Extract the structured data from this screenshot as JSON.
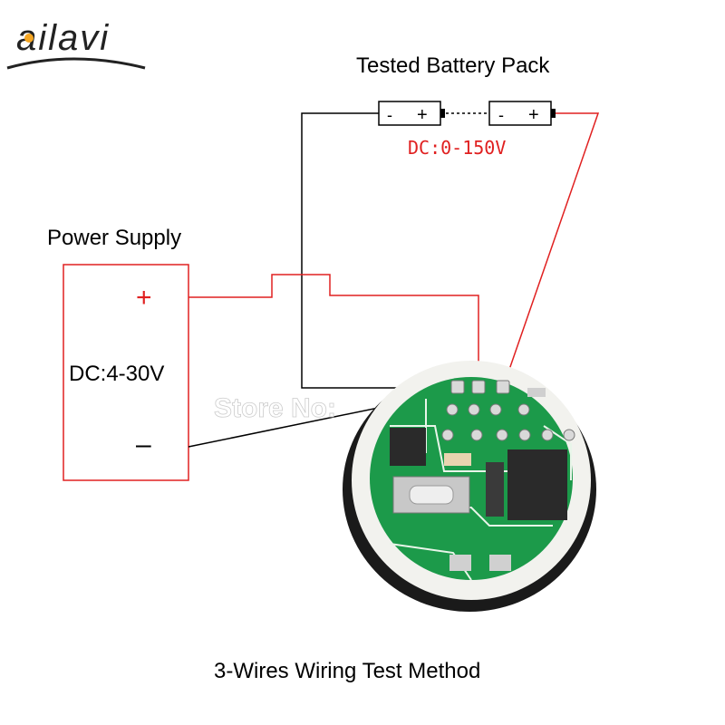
{
  "brand": {
    "logo_text": "ailavi",
    "logo_colors": [
      "#e8322d",
      "#f5a623",
      "#2bb34a",
      "#1e88e5",
      "#8e44ad"
    ]
  },
  "battery_pack": {
    "title": "Tested Battery Pack",
    "cell_minus": "-",
    "cell_plus": "+",
    "voltage_range": "DC:0-150V"
  },
  "power_supply": {
    "title": "Power Supply",
    "plus_terminal": "+",
    "voltage": "DC:4-30V",
    "minus_terminal": "–"
  },
  "watermark": "Store No:",
  "caption": "3-Wires Wiring Test Method",
  "colors": {
    "wire_black": "#000000",
    "wire_red": "#e02020",
    "voltage_label": "#e02020",
    "pcb_green": "#1c9a4a",
    "pcb_ring": "#f2f2ee",
    "casing": "#1a1a1a"
  }
}
